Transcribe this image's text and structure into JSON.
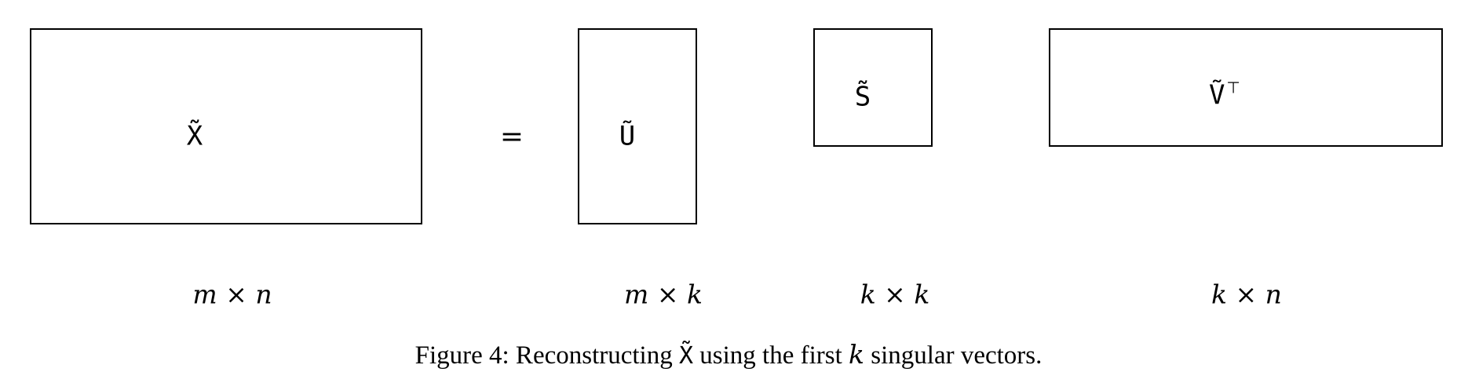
{
  "diagram": {
    "matrices": [
      {
        "id": "x",
        "symbol": "X̃",
        "sup": "",
        "dims": "m × n"
      },
      {
        "id": "u",
        "symbol": "Ũ",
        "sup": "",
        "dims": "m × k"
      },
      {
        "id": "s",
        "symbol": "S̃",
        "sup": "",
        "dims": "k × k"
      },
      {
        "id": "v",
        "symbol": "Ṽ",
        "sup": "⊤",
        "dims": "k × n"
      }
    ],
    "operator": "="
  },
  "caption": {
    "prefix": "Figure 4:  Reconstructing ",
    "matrix": "X̃",
    "middle": " using the first ",
    "variable": "k",
    "suffix": " singular vectors."
  }
}
